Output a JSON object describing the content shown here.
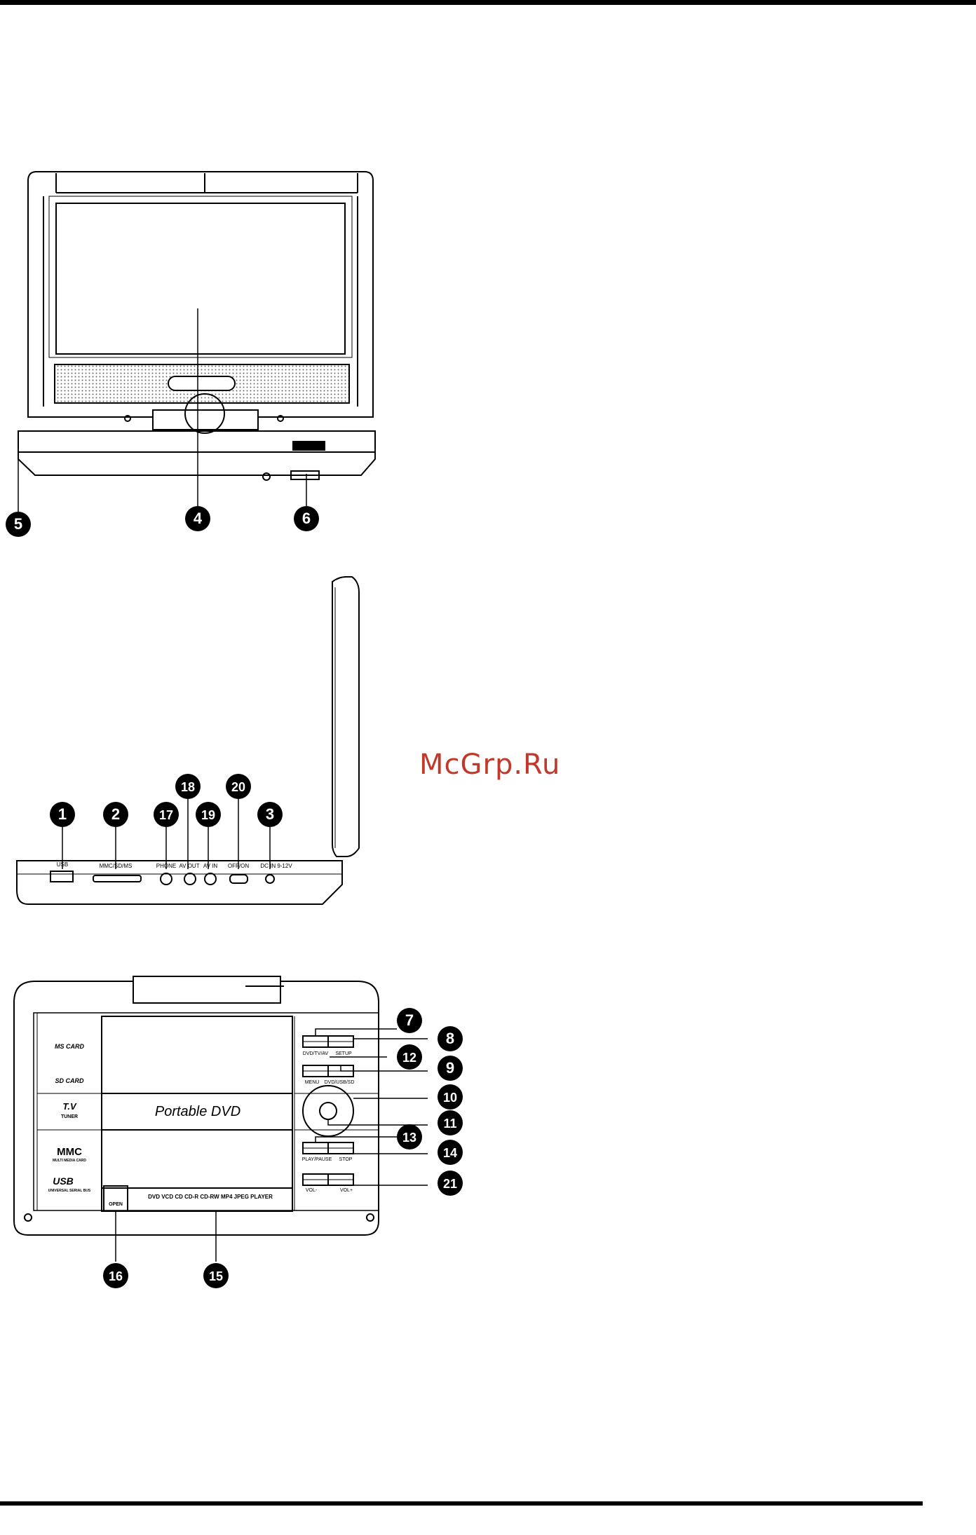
{
  "watermark": "McGrp.Ru",
  "front_view": {
    "callouts": [
      "5",
      "4",
      "6"
    ]
  },
  "side_view": {
    "callouts": [
      "1",
      "2",
      "17",
      "18",
      "19",
      "20",
      "3"
    ],
    "port_labels": {
      "usb": "USB",
      "card": "MMC/SD/MS",
      "phone": "PHONE",
      "av_out": "AV OUT",
      "av_in": "AV IN",
      "power": "OFF/ON",
      "dc_in": "DC IN 9-12V"
    }
  },
  "top_view": {
    "callouts": [
      "7",
      "8",
      "12",
      "9",
      "10",
      "11",
      "13",
      "14",
      "21",
      "16",
      "15"
    ],
    "logos": {
      "ms": "MS CARD",
      "sd": "SD CARD",
      "tv_top": "T.V",
      "tv_bottom": "TUNER",
      "mmc": "MMC",
      "mmc_sub": "MULTI MEDIA CARD",
      "usb": "USB",
      "usb_sub": "UNIVERSAL SERIAL BUS"
    },
    "lid_title": "Portable DVD",
    "formats": "DVD  VCD  CD  CD-R  CD-RW  MP4  JPEG  PLAYER",
    "open_label": "OPEN",
    "button_labels": {
      "dvd_tv_av": "DVD/TV/AV",
      "setup": "SETUP",
      "menu": "MENU",
      "dvd_usb_sd": "DVD/USB/SD",
      "play_pause": "PLAY/PAUSE",
      "stop": "STOP",
      "vol_minus": "VOL-",
      "vol_plus": "VOL+"
    }
  }
}
